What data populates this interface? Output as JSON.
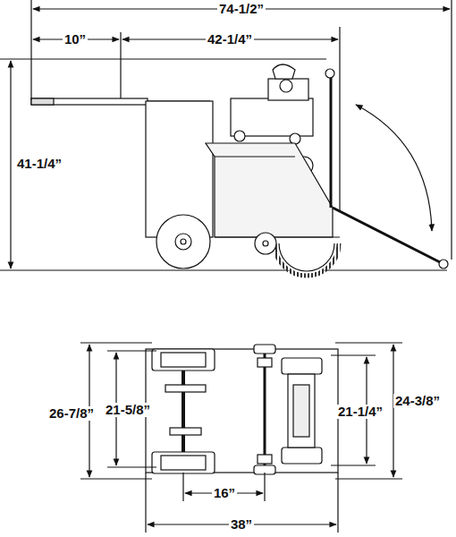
{
  "diagram": {
    "labels": [
      "74-1/2”",
      "10”",
      "42-1/4”",
      "41-1/4”",
      "21-5/8”",
      "26-7/8”",
      "21-1/4”",
      "24-3/8”",
      "16”",
      "38”"
    ]
  }
}
